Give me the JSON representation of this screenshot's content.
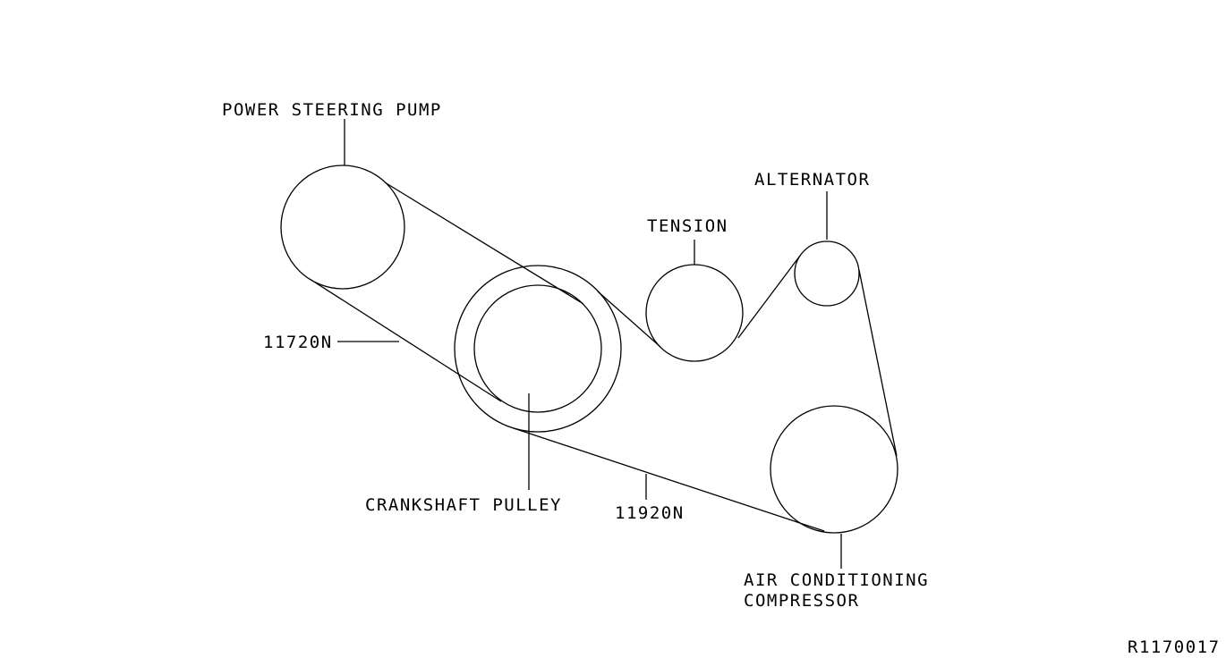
{
  "labels": {
    "power_steering_pump": "POWER STEERING PUMP",
    "tension": "TENSION",
    "alternator": "ALTERNATOR",
    "belt_11720n": "11720N",
    "crankshaft_pulley": "CRANKSHAFT PULLEY",
    "belt_11920n": "11920N",
    "air_conditioning_line1": "AIR CONDITIONING",
    "air_conditioning_line2": "COMPRESSOR"
  },
  "figure_code": "R1170017",
  "colors": {
    "line": "#000000",
    "background": "#ffffff"
  }
}
